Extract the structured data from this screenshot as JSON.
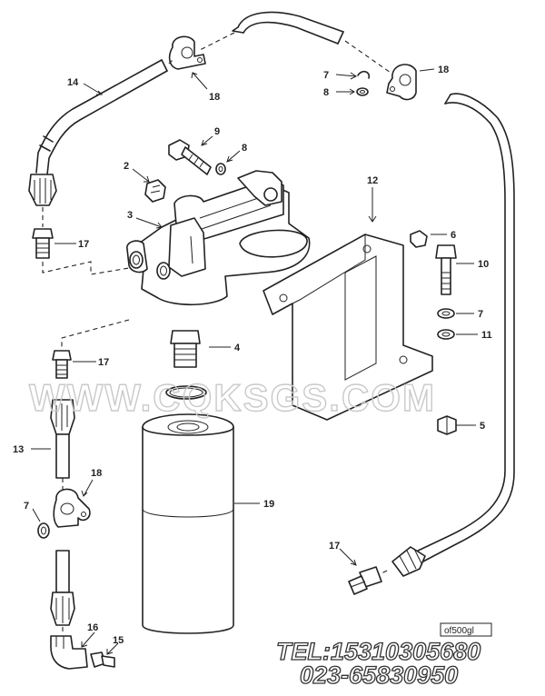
{
  "diagram": {
    "callouts": {
      "c1": "14",
      "c2": "18",
      "c3": "18",
      "c4": "7",
      "c5": "8",
      "c6": "9",
      "c7": "8",
      "c8": "2",
      "c9": "3",
      "c10": "12",
      "c11": "17",
      "c12": "6",
      "c13": "10",
      "c14": "4",
      "c15": "17",
      "c16": "7",
      "c17": "11",
      "c18": "13",
      "c19": "5",
      "c20": "18",
      "c21": "7",
      "c22": "19",
      "c23": "17",
      "c24": "16",
      "c25": "15"
    },
    "figure_ref": "of500gl",
    "watermark": "WWW.CQKSGS.COM",
    "tel": "TEL:15310305680",
    "phone2": "023-65830950"
  }
}
